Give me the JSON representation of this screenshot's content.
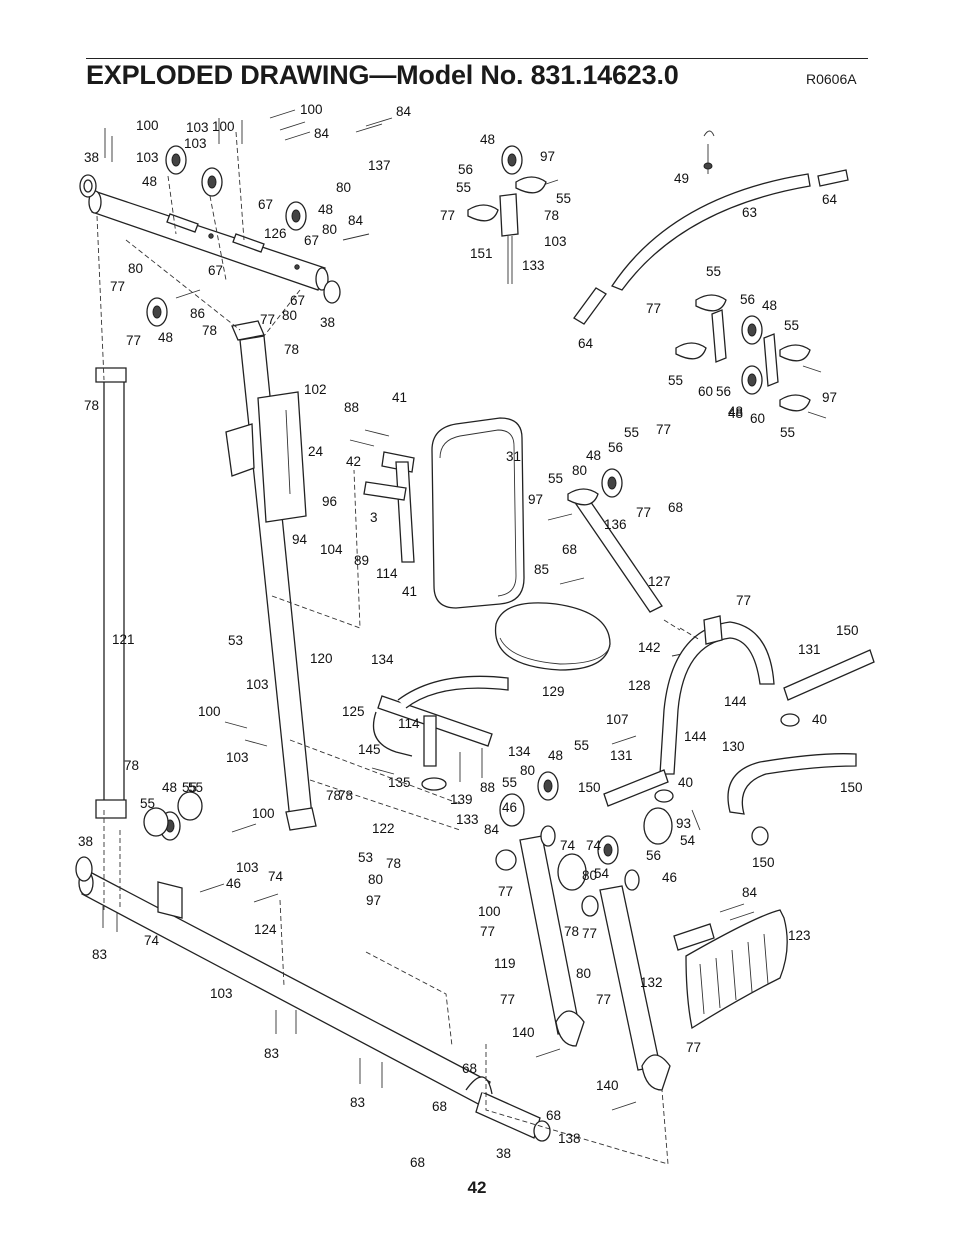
{
  "header": {
    "title": "EXPLODED DRAWING—Model No. 831.14623.0",
    "drawing_code": "R0606A"
  },
  "page_number": "42",
  "callouts": [
    "100",
    "103",
    "100",
    "103",
    "100",
    "84",
    "84",
    "38",
    "103",
    "137",
    "48",
    "80",
    "67",
    "48",
    "84",
    "126",
    "67",
    "80",
    "80",
    "77",
    "67",
    "38",
    "86",
    "67",
    "77",
    "80",
    "48",
    "77",
    "78",
    "78",
    "48",
    "97",
    "56",
    "55",
    "55",
    "77",
    "78",
    "103",
    "151",
    "133",
    "49",
    "63",
    "64",
    "64",
    "55",
    "77",
    "56",
    "48",
    "55",
    "55",
    "60",
    "56",
    "48",
    "97",
    "48",
    "60",
    "55",
    "102",
    "41",
    "88",
    "24",
    "42",
    "31",
    "96",
    "3",
    "94",
    "104",
    "89",
    "114",
    "41",
    "121",
    "78",
    "55",
    "77",
    "48",
    "56",
    "80",
    "55",
    "97",
    "68",
    "136",
    "77",
    "68",
    "85",
    "127",
    "53",
    "120",
    "134",
    "129",
    "142",
    "77",
    "150",
    "131",
    "128",
    "144",
    "40",
    "103",
    "100",
    "125",
    "114",
    "103",
    "134",
    "145",
    "107",
    "144",
    "130",
    "78",
    "48",
    "55",
    "80",
    "55",
    "131",
    "40",
    "150",
    "150",
    "78",
    "135",
    "88",
    "139",
    "55",
    "150",
    "46",
    "48",
    "55",
    "133",
    "84",
    "122",
    "78",
    "80",
    "74",
    "93",
    "54",
    "38",
    "55",
    "100",
    "53",
    "78",
    "56",
    "103",
    "74",
    "80",
    "54",
    "46",
    "74",
    "97",
    "100",
    "77",
    "78",
    "46",
    "77",
    "74",
    "84",
    "83",
    "77",
    "123",
    "124",
    "103",
    "119",
    "80",
    "132",
    "77",
    "77",
    "140",
    "77",
    "83",
    "68",
    "140",
    "83",
    "68",
    "68",
    "38",
    "138",
    "68"
  ]
}
